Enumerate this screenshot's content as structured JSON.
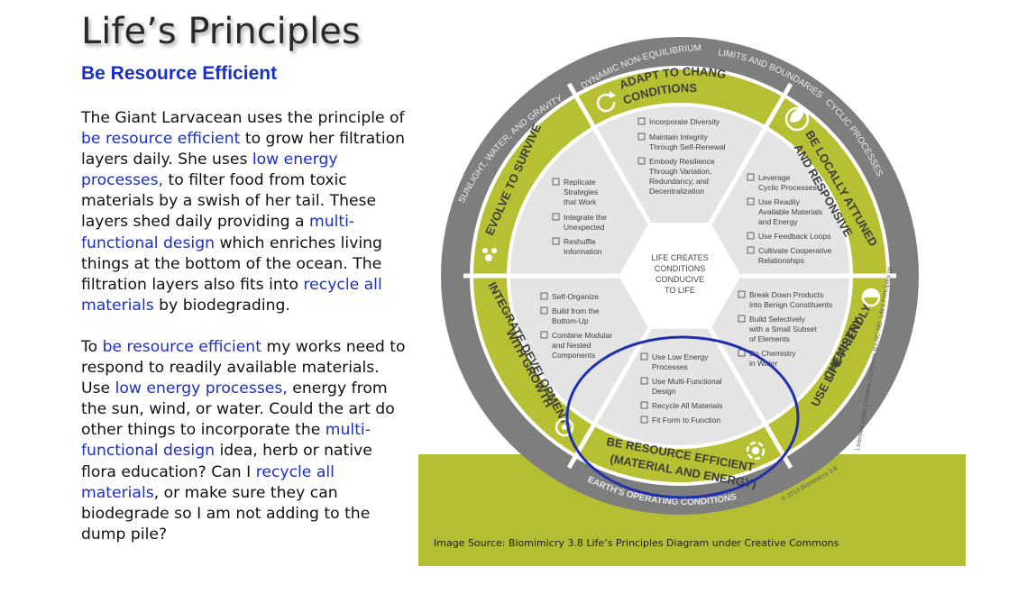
{
  "header": {
    "title": "Life’s Principles",
    "subtitle": "Be Resource Efficient"
  },
  "paragraph1": {
    "t1": "The Giant Larvacean uses the principle of ",
    "h1": "be resource efficient",
    "t2": " to grow her filtration layers daily. She uses ",
    "h2": "low energy processes,",
    "t3": " to filter food from toxic materials by a swish of her tail. These layers shed daily providing a ",
    "h3": "multi- functional design",
    "t4": " which enriches living things at the bottom of the ocean. The filtration layers also fits into ",
    "h4": "recycle all materials",
    "t5": " by biodegrading."
  },
  "paragraph2": {
    "t1": "To ",
    "h1": "be resource efficient",
    "t2": " my works need to respond to readily available materials. Use ",
    "h2": "low energy processes,",
    "t3": " energy from the sun, wind, or water. Could the art do other things to incorporate the ",
    "h3": "multi- functional design",
    "t4": " idea, herb or native flora education? Can I ",
    "h4": "recycle all materials",
    "t5": ", or make sure they can biodegrade so I am not adding to the dump pile?"
  },
  "caption": "Image Source: Biomimicry 3.8 Life’s Principles Diagram under Creative Commons",
  "colors": {
    "accent_blue": "#1a2fc4",
    "olive_ground": "#b5bd32",
    "ring_green": "#b7c033",
    "outer_ring_gray": "#7d7d7d",
    "highlight_circle": "#1f2fb0"
  },
  "wheel": {
    "center": [
      "LIFE CREATES",
      "CONDITIONS",
      "CONDUCIVE",
      "TO LIFE"
    ],
    "outer_ring": {
      "dynamic": "DYNAMIC NON-EQUILIBRIUM",
      "limits": "LIMITS AND BOUNDARIES",
      "cyclic": "CYCLIC PROCESSES",
      "sunlight": "SUNLIGHT, WATER, AND GRAVITY",
      "earth": "EARTH'S OPERATING CONDITIONS"
    },
    "principles": {
      "adapt": [
        "ADAPT TO CHANGING",
        "CONDITIONS"
      ],
      "local": [
        "BE LOCALLY ATTUNED",
        "AND RESPONSIVE"
      ],
      "chemistry": [
        "USE LIFE-FRIENDLY",
        "CHEMISTRY"
      ],
      "efficient": [
        "BE RESOURCE EFFICIENT",
        "(MATERIAL AND ENERGY)"
      ],
      "integrate": [
        "INTEGRATE DEVELOPMENT",
        "WITH GROWTH"
      ],
      "evolve": "EVOLVE TO SURVIVE"
    },
    "items": {
      "adapt": [
        "Incorporate Diversity",
        "Maintain Integrity",
        "Through Self-Renewal",
        "Embody Resilience",
        "Through Variation,",
        "Redundancy, and",
        "Decentralization"
      ],
      "local": [
        "Leverage",
        "Cyclic Processes",
        "Use Readily",
        "Available Materials",
        "and Energy",
        "Use Feedback Loops",
        "Cultivate Cooperative",
        "Relationships"
      ],
      "chemistry": [
        "Break Down Products",
        "into Benign Constituents",
        "Build Selectively",
        "with a Small Subset",
        "of Elements",
        "Do Chemistry",
        "in Water"
      ],
      "efficient": [
        "Use Low Energy",
        "Processes",
        "Use Multi-Functional",
        "Design",
        "Recycle All Materials",
        "Fit Form to Function"
      ],
      "integrate": [
        "Self-Organize",
        "Build from the",
        "Bottom-Up",
        "Combine Modular",
        "and Nested",
        "Components"
      ],
      "evolve": [
        "Replicate",
        "Strategies",
        "that Work",
        "Integrate the",
        "Unexpected",
        "Reshuffle",
        "Information"
      ]
    },
    "license": "Licensed under Creative Commons BY-NC-ND. Life's Principles go",
    "copyright": "© 2013 Biomimicry 3.8"
  }
}
